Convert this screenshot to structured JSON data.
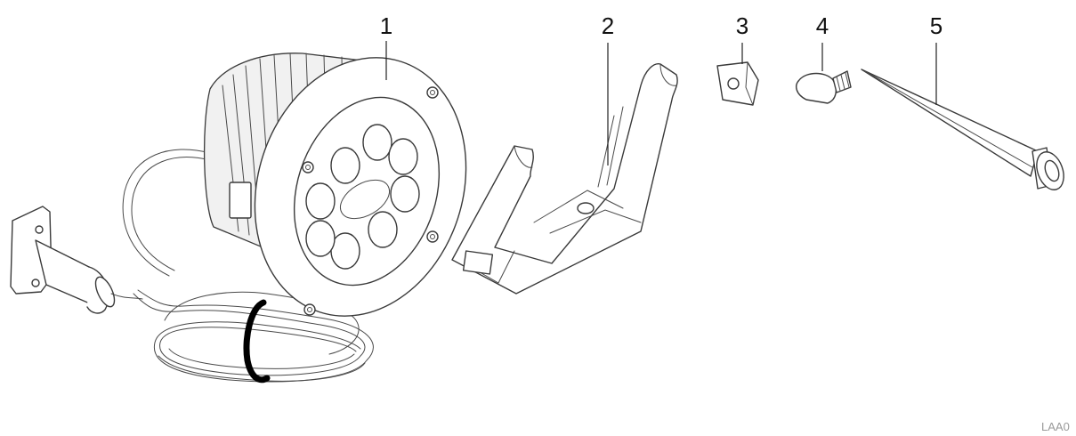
{
  "callouts": {
    "c1": "1",
    "c2": "2",
    "c3": "3",
    "c4": "4",
    "c5": "5"
  },
  "reference_code": "LAA0",
  "colors": {
    "line": "#3a3a3a",
    "background": "#ffffff",
    "band": "#000000",
    "reference_text": "#9a9a9a"
  }
}
